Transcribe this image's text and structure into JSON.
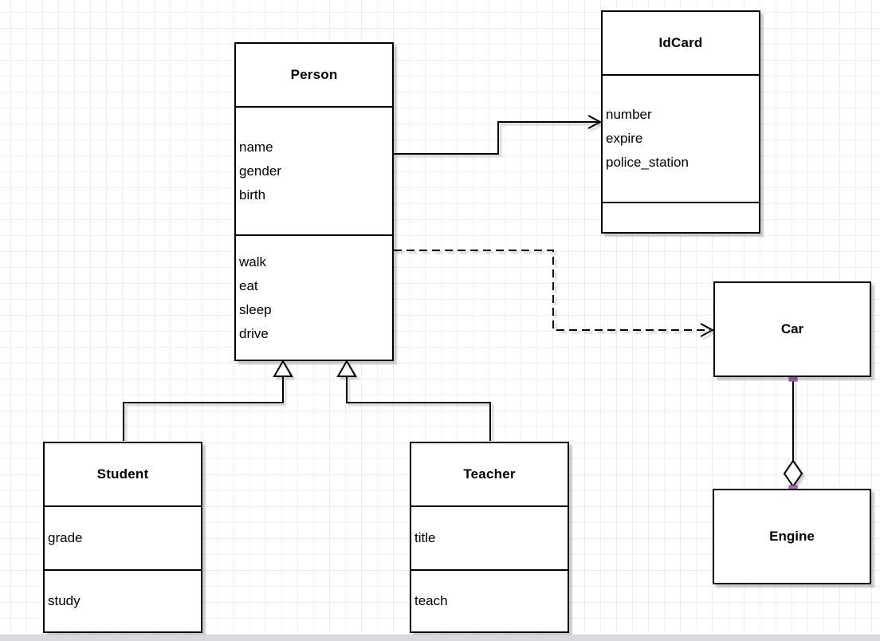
{
  "diagram": {
    "classes": [
      {
        "name": "Person",
        "attributes": [
          "name",
          "gender",
          "birth"
        ],
        "methods": [
          "walk",
          "eat",
          "sleep",
          "drive"
        ]
      },
      {
        "name": "IdCard",
        "attributes": [
          "number",
          "expire",
          "police_station"
        ],
        "methods": []
      },
      {
        "name": "Car",
        "attributes": [],
        "methods": []
      },
      {
        "name": "Engine",
        "attributes": [],
        "methods": []
      },
      {
        "name": "Student",
        "attributes": [
          "grade"
        ],
        "methods": [
          "study"
        ]
      },
      {
        "name": "Teacher",
        "attributes": [
          "title"
        ],
        "methods": [
          "teach"
        ]
      }
    ],
    "relationships": [
      {
        "from": "Person",
        "to": "IdCard",
        "type": "association",
        "line": "solid",
        "arrow": "open-arrow"
      },
      {
        "from": "Person",
        "to": "Car",
        "type": "dependency",
        "line": "dashed",
        "arrow": "open-arrow"
      },
      {
        "from": "Student",
        "to": "Person",
        "type": "generalization",
        "line": "solid",
        "arrow": "hollow-triangle"
      },
      {
        "from": "Teacher",
        "to": "Person",
        "type": "generalization",
        "line": "solid",
        "arrow": "hollow-triangle"
      },
      {
        "from": "Car",
        "to": "Engine",
        "type": "aggregation",
        "line": "solid",
        "arrow": "hollow-diamond"
      }
    ],
    "colors": {
      "box_fill": "#ffffff",
      "box_stroke": "#000000",
      "text": "#000000",
      "grid_line": "#f0f0f0",
      "shadow": "rgba(0,0,0,0.2)",
      "connection_handle": "#b564b8",
      "bottom_strip": "#d8dade"
    }
  }
}
